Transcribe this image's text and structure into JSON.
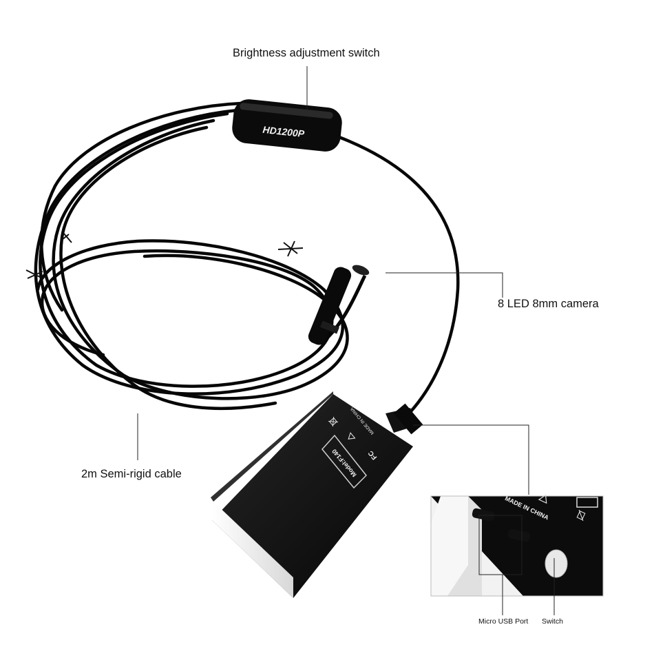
{
  "callouts": {
    "brightness_switch": "Brightness adjustment switch",
    "camera": "8 LED 8mm camera",
    "cable": "2m Semi-rigid cable",
    "micro_usb_port": "Micro USB Port",
    "switch": "Switch"
  },
  "product_markings": {
    "inline_switch_label": "HD1200P",
    "model_label": "Model:F140",
    "origin": "MADE IN CHINA",
    "certification_mark": "FC",
    "inset_origin": "MADE IN CHINA"
  },
  "colors": {
    "background": "#ffffff",
    "device_body": "#0d0d0d",
    "cable": "#070707",
    "device_edge": "#ececec",
    "leader_line": "#222222"
  }
}
